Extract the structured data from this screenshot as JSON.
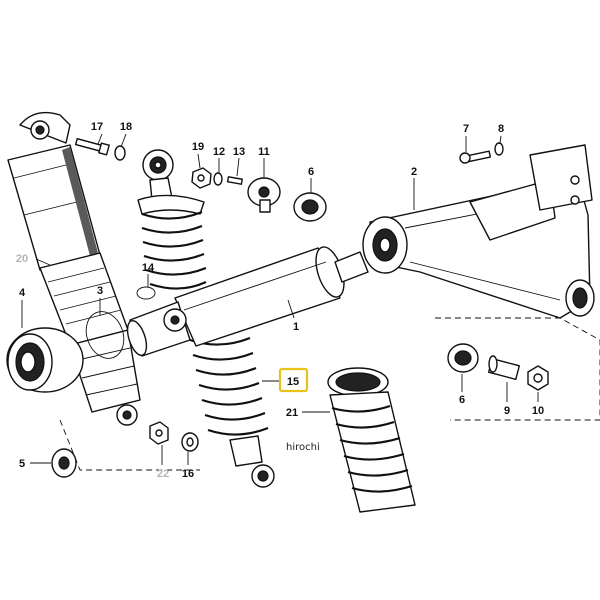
{
  "callouts": [
    {
      "id": "c17",
      "text": "17",
      "x": 0,
      "y": 0
    },
    {
      "id": "c18",
      "text": "18"
    },
    {
      "id": "c19",
      "text": "19"
    },
    {
      "id": "c12",
      "text": "12"
    },
    {
      "id": "c13",
      "text": "13"
    },
    {
      "id": "c11",
      "text": "11"
    },
    {
      "id": "c6a",
      "text": "6"
    },
    {
      "id": "c7",
      "text": "7"
    },
    {
      "id": "c8",
      "text": "8"
    },
    {
      "id": "c2",
      "text": "2"
    },
    {
      "id": "c20",
      "text": "20"
    },
    {
      "id": "c14",
      "text": "14"
    },
    {
      "id": "c4",
      "text": "4"
    },
    {
      "id": "c3",
      "text": "3"
    },
    {
      "id": "c1",
      "text": "1"
    },
    {
      "id": "c15",
      "text": "15"
    },
    {
      "id": "c21",
      "text": "21"
    },
    {
      "id": "c6b",
      "text": "6"
    },
    {
      "id": "c9",
      "text": "9"
    },
    {
      "id": "c10",
      "text": "10"
    },
    {
      "id": "c5",
      "text": "5"
    },
    {
      "id": "c22",
      "text": "22"
    },
    {
      "id": "c16",
      "text": "16"
    }
  ],
  "watermark": "hirochi",
  "colors": {
    "highlight_border": "#e8c21a",
    "unavailable_label": "#b4b4b4",
    "ink": "#111111"
  }
}
